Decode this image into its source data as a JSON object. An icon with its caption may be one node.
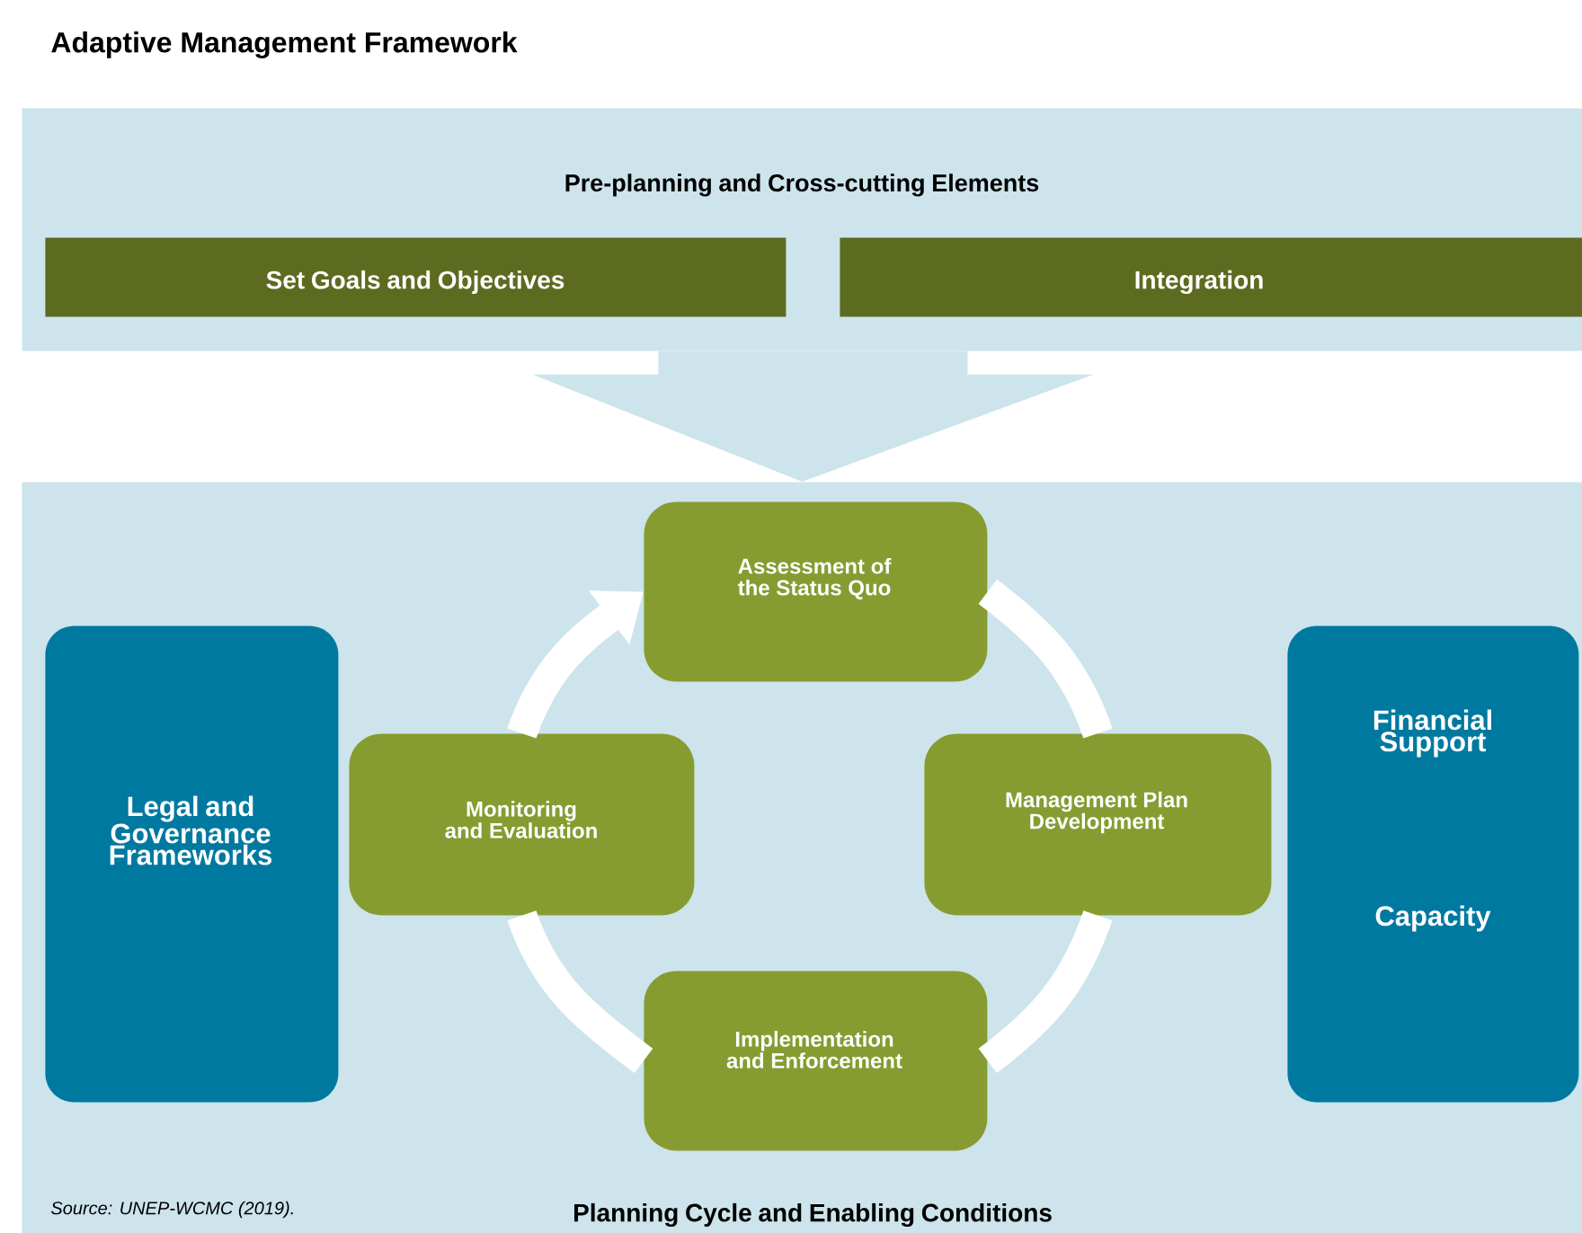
{
  "diagram": {
    "title": "Adaptive Management Framework",
    "nodes": [
      {
        "text": [
          "Pre-planning and Cross-cutting Elements"
        ]
      },
      {
        "text": [
          "Set Goals and Objectives"
        ],
        "in": 0
      },
      {
        "text": [
          "Integration"
        ],
        "in": 0
      },
      {
        "text": [
          "Planning Cycle and Enabling Conditions"
        ]
      },
      {
        "text": [
          "Legal and Governance Frameworks"
        ],
        "in": 3
      },
      {
        "text": [
          "Assessment of the Status Quo"
        ],
        "in": 3
      },
      {
        "text": [
          "Management Plan Development"
        ],
        "in": 3
      },
      {
        "text": [
          "Implementation and Enforcement"
        ],
        "in": 3
      },
      {
        "text": [
          "Monitoring and Evaluation"
        ],
        "in": 3
      },
      {
        "text": [
          "Financial Support",
          "Capacity"
        ],
        "in": 3
      }
    ],
    "edges": [
      {
        "from": 0,
        "to": 3,
        "arrow": "to",
        "color": "#cde4ec"
      },
      {
        "from": 5,
        "to": 6,
        "arrow": "none"
      },
      {
        "from": 6,
        "to": 7,
        "arrow": "none"
      },
      {
        "from": 7,
        "to": 8,
        "arrow": "none"
      },
      {
        "from": 8,
        "to": 5,
        "arrow": "to"
      }
    ],
    "labels": [
      "Source: UNEP-WCMC (2019)."
    ]
  }
}
